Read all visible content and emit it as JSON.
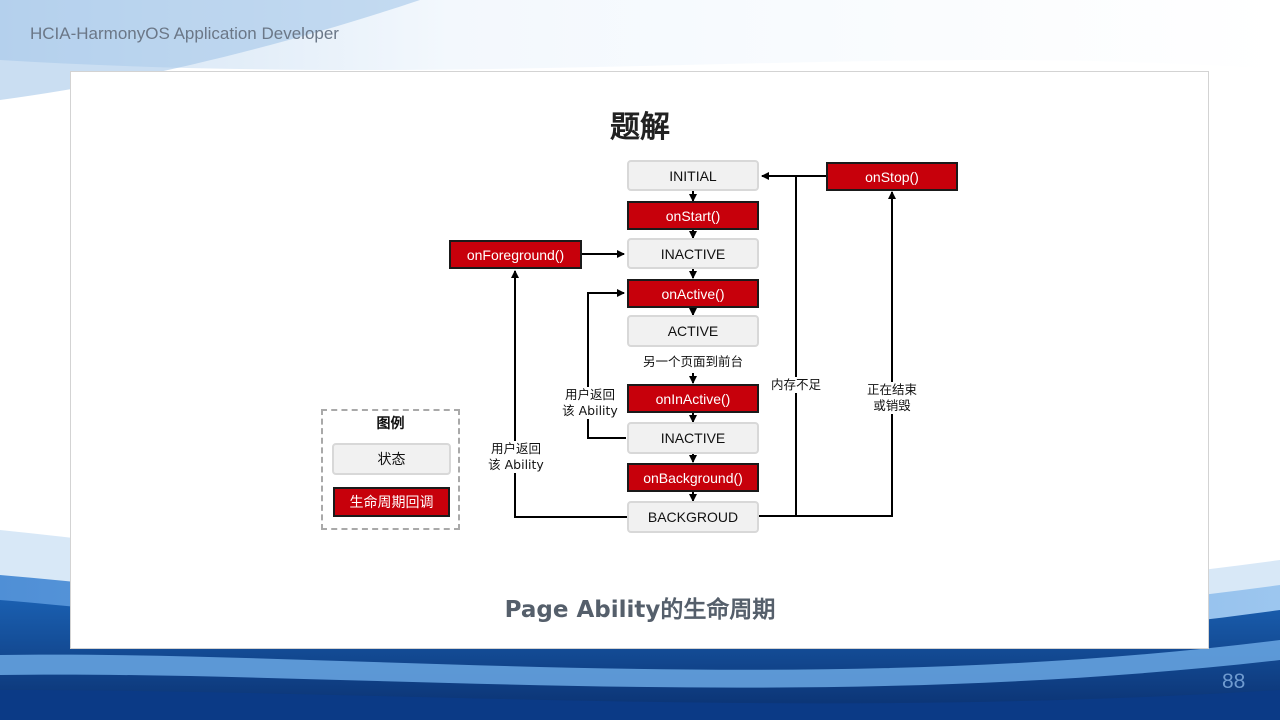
{
  "header": {
    "course_title": "HCIA-HarmonyOS Application Developer"
  },
  "slide": {
    "title": "题解",
    "caption": "Page Ability的生命周期",
    "page_number": "88"
  },
  "diagram": {
    "states": {
      "initial": "INITIAL",
      "inactive_top": "INACTIVE",
      "active": "ACTIVE",
      "inactive_bottom": "INACTIVE",
      "background": "BACKGROUD"
    },
    "callbacks": {
      "on_start": "onStart()",
      "on_foreground": "onForeground()",
      "on_active": "onActive()",
      "on_inactive": "onInActive()",
      "on_background": "onBackground()",
      "on_stop": "onStop()"
    },
    "labels": {
      "another_page_front": "另一个页面到前台",
      "user_return_1_line1": "用户返回",
      "user_return_1_line2": "该 Ability",
      "user_return_2_line1": "用户返回",
      "user_return_2_line2": "该 Ability",
      "low_memory": "内存不足",
      "ending_line1": "正在结束",
      "ending_line2": "或销毁"
    },
    "legend": {
      "title": "图例",
      "state_label": "状态",
      "callback_label": "生命周期回调"
    }
  },
  "colors": {
    "callback_fill": "#c7000b",
    "state_fill": "#f1f1f1",
    "state_border": "#d8d8d8",
    "page_number": "#6f9bd0",
    "wave_blue": "#1f5fa8"
  }
}
